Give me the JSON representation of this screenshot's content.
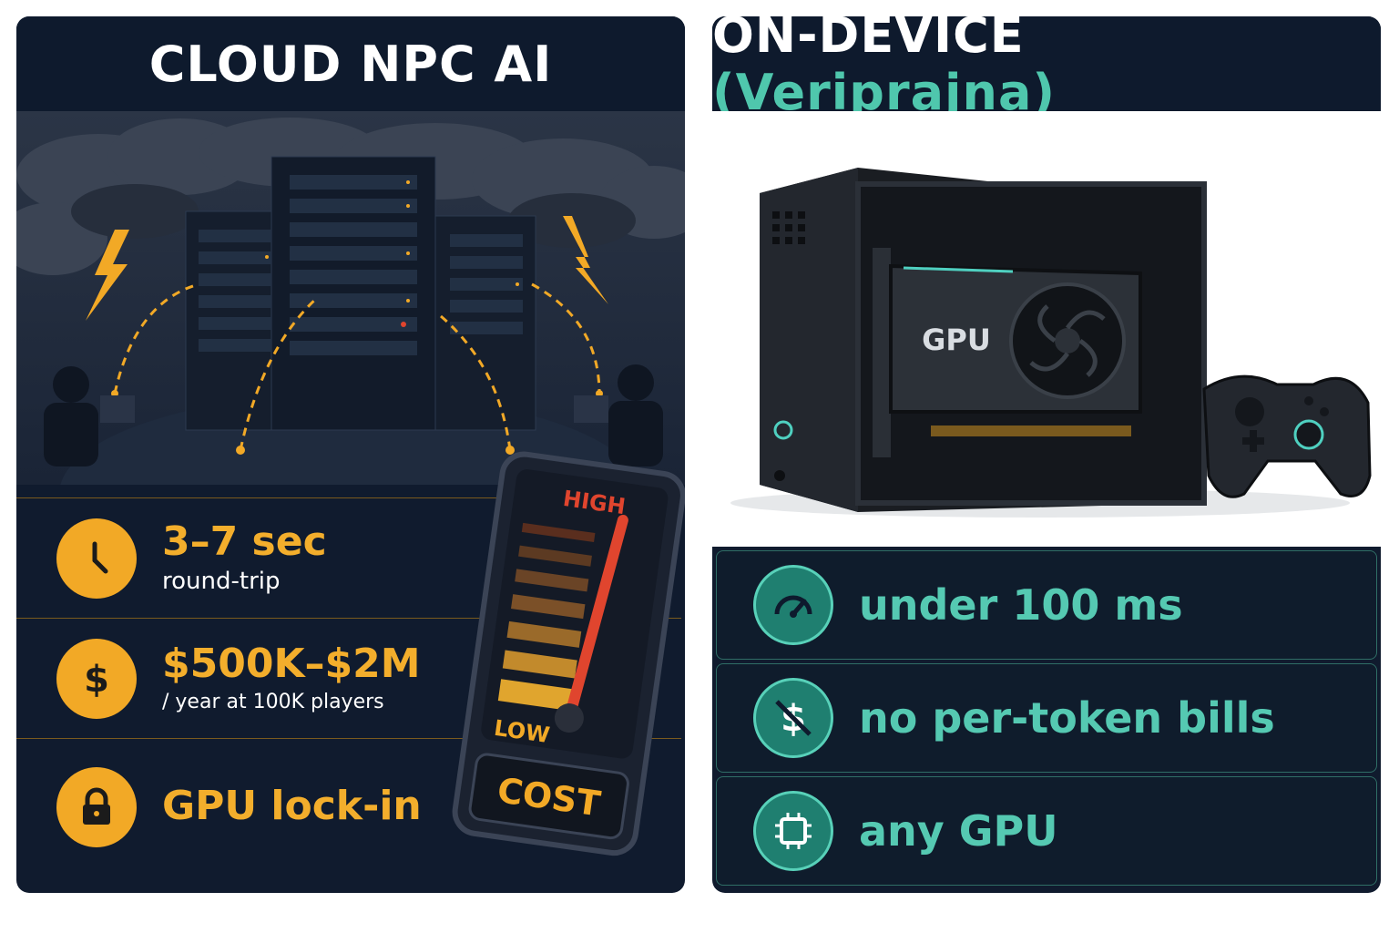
{
  "left_panel": {
    "title": "CLOUD NPC AI",
    "rows": [
      {
        "icon": "clock-icon",
        "value": "3–7 sec",
        "caption": "round-trip"
      },
      {
        "icon": "dollar-icon",
        "value": "$500K–$2M",
        "caption": "/ year at 100K players"
      },
      {
        "icon": "lock-icon",
        "value": "GPU lock-in",
        "caption": ""
      }
    ],
    "gauge": {
      "high_label": "HIGH",
      "low_label": "LOW",
      "name_label": "COST",
      "level": 0.92
    }
  },
  "right_panel": {
    "title_main": "ON-DEVICE",
    "title_accent": "(Veriprajna)",
    "gpu_label": "GPU",
    "rows": [
      {
        "icon": "speedometer-icon",
        "value": "under 100 ms"
      },
      {
        "icon": "no-dollar-icon",
        "value": "no per-token bills"
      },
      {
        "icon": "chip-icon",
        "value": "any GPU"
      }
    ]
  },
  "colors": {
    "gold": "#f2a926",
    "teal": "#55c9b2",
    "navy": "#101b2e"
  }
}
